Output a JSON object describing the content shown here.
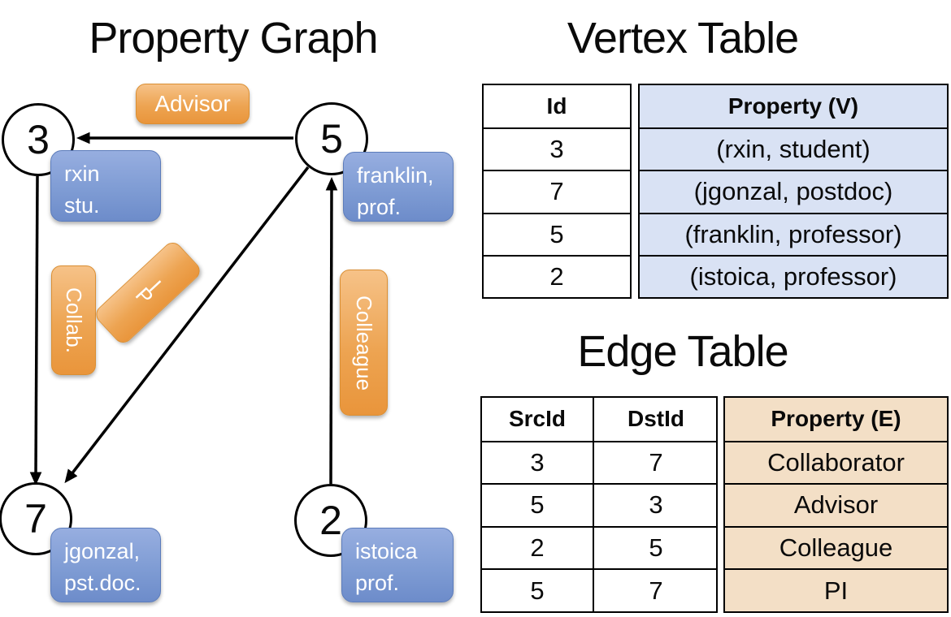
{
  "graph": {
    "title": "Property Graph",
    "nodes": {
      "n3": {
        "id": "3",
        "prop_line1": "rxin",
        "prop_line2": "stu."
      },
      "n5": {
        "id": "5",
        "prop_line1": "franklin,",
        "prop_line2": "prof."
      },
      "n7": {
        "id": "7",
        "prop_line1": "jgonzal,",
        "prop_line2": "pst.doc."
      },
      "n2": {
        "id": "2",
        "prop_line1": "istoica",
        "prop_line2": "prof."
      }
    },
    "edge_labels": {
      "advisor": "Advisor",
      "collab": "Collab.",
      "pi": "PI",
      "colleague": "Colleague"
    }
  },
  "vertex_table": {
    "title": "Vertex Table",
    "col_id": "Id",
    "col_property": "Property (V)",
    "rows": [
      {
        "id": "3",
        "property": "(rxin, student)"
      },
      {
        "id": "7",
        "property": "(jgonzal, postdoc)"
      },
      {
        "id": "5",
        "property": "(franklin, professor)"
      },
      {
        "id": "2",
        "property": "(istoica, professor)"
      }
    ]
  },
  "edge_table": {
    "title": "Edge Table",
    "col_src": "SrcId",
    "col_dst": "DstId",
    "col_property": "Property (E)",
    "rows": [
      {
        "src": "3",
        "dst": "7",
        "property": "Collaborator"
      },
      {
        "src": "5",
        "dst": "3",
        "property": "Advisor"
      },
      {
        "src": "2",
        "dst": "5",
        "property": "Colleague"
      },
      {
        "src": "5",
        "dst": "7",
        "property": "PI"
      }
    ]
  },
  "colors": {
    "edge_label_orange": "#EDA452",
    "node_prop_blue": "#7F9CD4",
    "vertex_prop_fill": "#D9E2F4",
    "edge_prop_fill": "#F3DFC6",
    "line_black": "#000000"
  }
}
